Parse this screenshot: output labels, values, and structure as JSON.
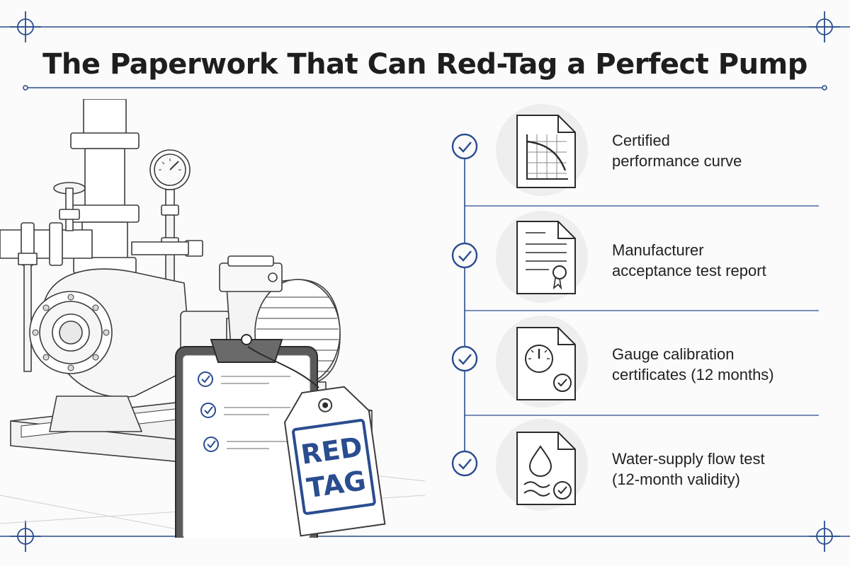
{
  "title": "The Paperwork That Can Red-Tag a Perfect Pump",
  "colors": {
    "accent": "#2a4d8f",
    "ink": "#2b2b2b",
    "line": "#3c3c3c",
    "circle_bg": "#eeeeee"
  },
  "tag": {
    "line1": "RED",
    "line2": "TAG"
  },
  "documents": [
    {
      "icon": "performance-curve-document-icon",
      "line1": "Certified",
      "line2": "performance curve",
      "checked": true
    },
    {
      "icon": "certificate-document-icon",
      "line1": "Manufacturer",
      "line2": "acceptance test report",
      "checked": true
    },
    {
      "icon": "gauge-document-icon",
      "line1": "Gauge calibration",
      "line2": "certificates (12 months)",
      "checked": true
    },
    {
      "icon": "water-drop-document-icon",
      "line1": "Water-supply flow test",
      "line2": "(12-month validity)",
      "checked": true
    }
  ]
}
